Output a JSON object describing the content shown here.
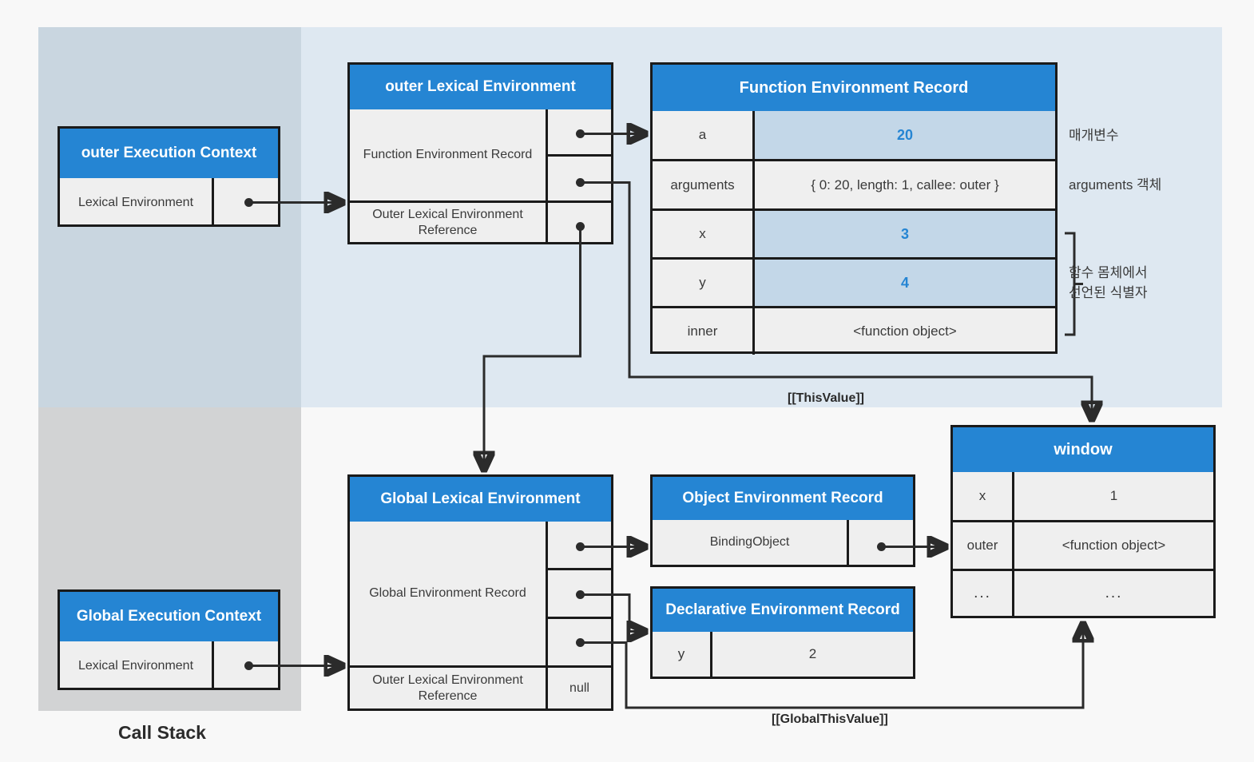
{
  "diagram": {
    "call_stack_label": "Call Stack",
    "this_value_label": "[[ThisValue]]",
    "global_this_value_label": "[[GlobalThisValue]]"
  },
  "outer_execution_context": {
    "title": "outer Execution Context",
    "rows": [
      {
        "label": "Lexical Environment",
        "value": ""
      }
    ]
  },
  "global_execution_context": {
    "title": "Global Execution Context",
    "rows": [
      {
        "label": "Lexical Environment",
        "value": ""
      }
    ]
  },
  "outer_lexical_environment": {
    "title": "outer Lexical Environment",
    "record_label": "Function Environment Record",
    "outer_ref_label": "Outer Lexical Environment\nReference",
    "outer_ref_value": ""
  },
  "function_environment_record": {
    "title": "Function Environment Record",
    "rows": [
      {
        "key": "a",
        "value": "20",
        "highlight": true
      },
      {
        "key": "arguments",
        "value": "{ 0: 20, length: 1, callee: outer }",
        "highlight": false
      },
      {
        "key": "x",
        "value": "3",
        "highlight": true
      },
      {
        "key": "y",
        "value": "4",
        "highlight": true
      },
      {
        "key": "inner",
        "value": "<function object>",
        "highlight": false
      }
    ],
    "annotations": [
      {
        "text": "매개변수"
      },
      {
        "text": "arguments 객체"
      },
      {
        "text": "함수 몸체에서\n선언된 식별자"
      }
    ]
  },
  "global_lexical_environment": {
    "title": "Global Lexical Environment",
    "record_label": "Global Environment Record",
    "outer_ref_label": "Outer Lexical Environment\nReference",
    "outer_ref_value": "null"
  },
  "object_environment_record": {
    "title": "Object Environment Record",
    "rows": [
      {
        "key": "BindingObject",
        "value": ""
      }
    ]
  },
  "declarative_environment_record": {
    "title": "Declarative Environment Record",
    "rows": [
      {
        "key": "y",
        "value": "2"
      }
    ]
  },
  "window_object": {
    "title": "window",
    "rows": [
      {
        "key": "x",
        "value": "1"
      },
      {
        "key": "outer",
        "value": "<function object>"
      },
      {
        "key": "...",
        "value": "..."
      }
    ]
  },
  "colors": {
    "accent": "#2585d3",
    "highlight_fill": "#c3d7e8",
    "panel_top_left": "#c9d6e0",
    "panel_top_right": "#dee8f1",
    "panel_bottom_left": "#d2d3d4",
    "page_background": "#f8f8f8",
    "cell_fill": "#efefef",
    "stroke": "#1a1a1a"
  }
}
